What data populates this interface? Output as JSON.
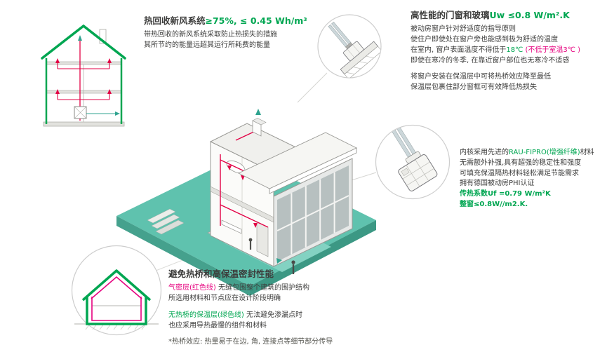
{
  "colors": {
    "green": "#00A651",
    "pink": "#E6007E",
    "text": "#3C3C3B",
    "ground": "#5FC2AE",
    "duct": "#E30045",
    "teal-arrow": "#2FA38F"
  },
  "illustrations": {
    "section_house": "house-cross-section-ventilation",
    "iso_house": "isometric-passive-house-cutaway",
    "window_corner": "window-installation-detail",
    "window_profile": "window-frame-profile-cross-section",
    "envelope_house": "thermal-envelope-house-outline"
  },
  "blocks": {
    "ventilation": {
      "title_prefix": "热回收新风系统",
      "title_value": "≥75%, ≤ 0.45 Wh/m³",
      "line1": "带热回收的新风系统采取防止热损失的措施",
      "line2": "其所节约的能量远超其运行所耗费的能量"
    },
    "window_glass": {
      "title_prefix": "高性能的门窗和玻璃",
      "title_value": "Uw ≤0.8 W/m².K",
      "line1": "被动房窗户针对舒适度的指导原则",
      "line2": "使住户即使处在窗户旁也能感到极为舒适的温度",
      "line3_a": "在室内, 窗户表面温度不得低于",
      "line3_b": "18℃",
      "line3_c": " (不低于室温3℃ )",
      "line4": "即使在寒冷的冬季, 在靠近窗户部位也无寒冷不适感",
      "line5": "将窗户安装在保温层中可将热桥效应降至最低",
      "line6": "保温层包裹住部分窗框可有效降低热损失"
    },
    "profile": {
      "line1_a": "内核采用先进的",
      "line1_b": "RAU-FIPRO(增强纤维)",
      "line1_c": "材料",
      "line2": "无需额外补强,具有超强的稳定性和强度",
      "line3": "可填充保温隔热材料轻松满足节能需求",
      "line4": "拥有德国被动房PHI认证",
      "line5": "传热系数Uf =0.79 W/m²K",
      "line6": "整窗≤0.8W//m2.K."
    },
    "thermal": {
      "title": "避免热桥和高保温密封性能",
      "line1_a": "气密层(红色线)",
      "line1_b": " 无缝包围整个建筑的围护结构",
      "line2": "所选用材料和节点应在设计阶段明确",
      "line3_a": "无热桥的保温层(绿色线)",
      "line3_b": " 无法避免渗漏点时",
      "line4": "也应采用导热最慢的组件和材料",
      "footnote": "*热桥效应: 热量易于在边, 角, 连接点等细节部分传导"
    }
  }
}
